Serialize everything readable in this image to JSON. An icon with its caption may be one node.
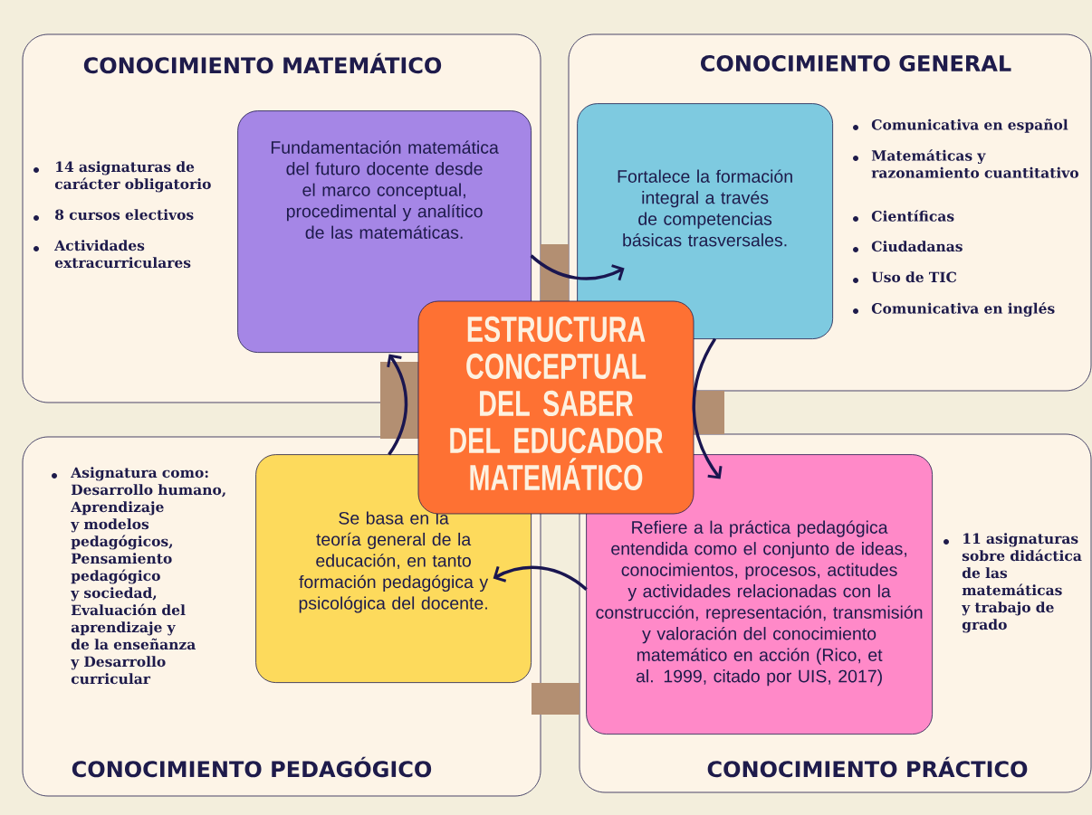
{
  "diagram": {
    "nodes": [
      {
        "text": [
          "CONOCIMIENTO MATEMÁTICO",
          "14 asignaturas de carácter obligatorio",
          "8 cursos electivos",
          "Actividades extracurriculares"
        ]
      },
      {
        "text": [
          "CONOCIMIENTO GENERAL",
          "Comunicativa en español",
          "Matemáticas y razonamiento cuantitativo",
          "Científicas",
          "Ciudadanas",
          "Uso de TIC",
          "Comunicativa en inglés"
        ]
      },
      {
        "text": [
          "Asignatura como: Desarrollo humano, Aprendizaje y modelos pedagógicos, Pensamiento pedagógico y sociedad, Evaluación del aprendizaje y de la enseñanza y Desarrollo curricular",
          "CONOCIMIENTO PEDAGÓGICO"
        ]
      },
      {
        "text": [
          "11 asignaturas sobre didáctica de las matemáticas y trabajo de grado",
          "CONOCIMIENTO PRÁCTICO"
        ]
      },
      {
        "text": [
          "Fundamentación matemática del futuro docente desde el marco conceptual, procedimental y analítico de las matemáticas."
        ],
        "in": 0
      },
      {
        "text": [
          "Fortalece la formación integral a través de competencias básicas trasversales."
        ],
        "in": 1
      },
      {
        "text": [
          "Se basa en la teoría general de la educación, en tanto formación pedagógica y psicológica del docente."
        ],
        "in": 2
      },
      {
        "text": [
          "Refiere a la práctica pedagógica entendida como el conjunto de ideas, conocimientos, procesos, actitudes y actividades relacionadas con la construcción, representación, transmisión y valoración del conocimiento matemático en acción (Rico, et al. 1999, citado por UIS, 2017)"
        ],
        "in": 3
      },
      {
        "text": [
          "ESTRUCTURA CONCEPTUAL DEL SABER DEL EDUCADOR MATEMÁTICO"
        ]
      }
    ],
    "edges": [
      {
        "from": 4,
        "to": 5,
        "arrow": "to"
      },
      {
        "from": 5,
        "to": 7,
        "arrow": "to"
      },
      {
        "from": 7,
        "to": 6,
        "arrow": "to"
      },
      {
        "from": 6,
        "to": 4,
        "arrow": "to"
      }
    ]
  }
}
